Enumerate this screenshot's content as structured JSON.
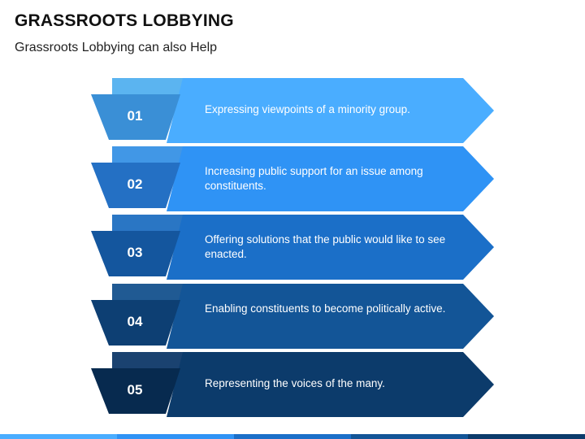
{
  "title": "GRASSROOTS LOBBYING",
  "subtitle": "Grassroots Lobbying can also Help",
  "items": [
    {
      "number": "01",
      "text": "Expressing viewpoints of a minority group.",
      "arrow_color": "#4aadff",
      "tab_color": "#3a8fd6",
      "fold_color": "#5bb4f0"
    },
    {
      "number": "02",
      "text": "Increasing public support for an issue among constituents.",
      "arrow_color": "#2f93f5",
      "tab_color": "#2470c4",
      "fold_color": "#4197e6"
    },
    {
      "number": "03",
      "text": "Offering solutions that the public would like to see enacted.",
      "arrow_color": "#1b6fc8",
      "tab_color": "#14569e",
      "fold_color": "#2a76c4"
    },
    {
      "number": "04",
      "text": "Enabling constituents to become politically active.",
      "arrow_color": "#135597",
      "tab_color": "#0d3f73",
      "fold_color": "#205a93"
    },
    {
      "number": "05",
      "text": "Representing the voices of the many.",
      "arrow_color": "#0c3b6b",
      "tab_color": "#072a4f",
      "fold_color": "#1a4270"
    }
  ],
  "bottom_bar_colors": [
    "#4aadff",
    "#2f93f5",
    "#1b6fc8",
    "#135597",
    "#0c3b6b"
  ]
}
